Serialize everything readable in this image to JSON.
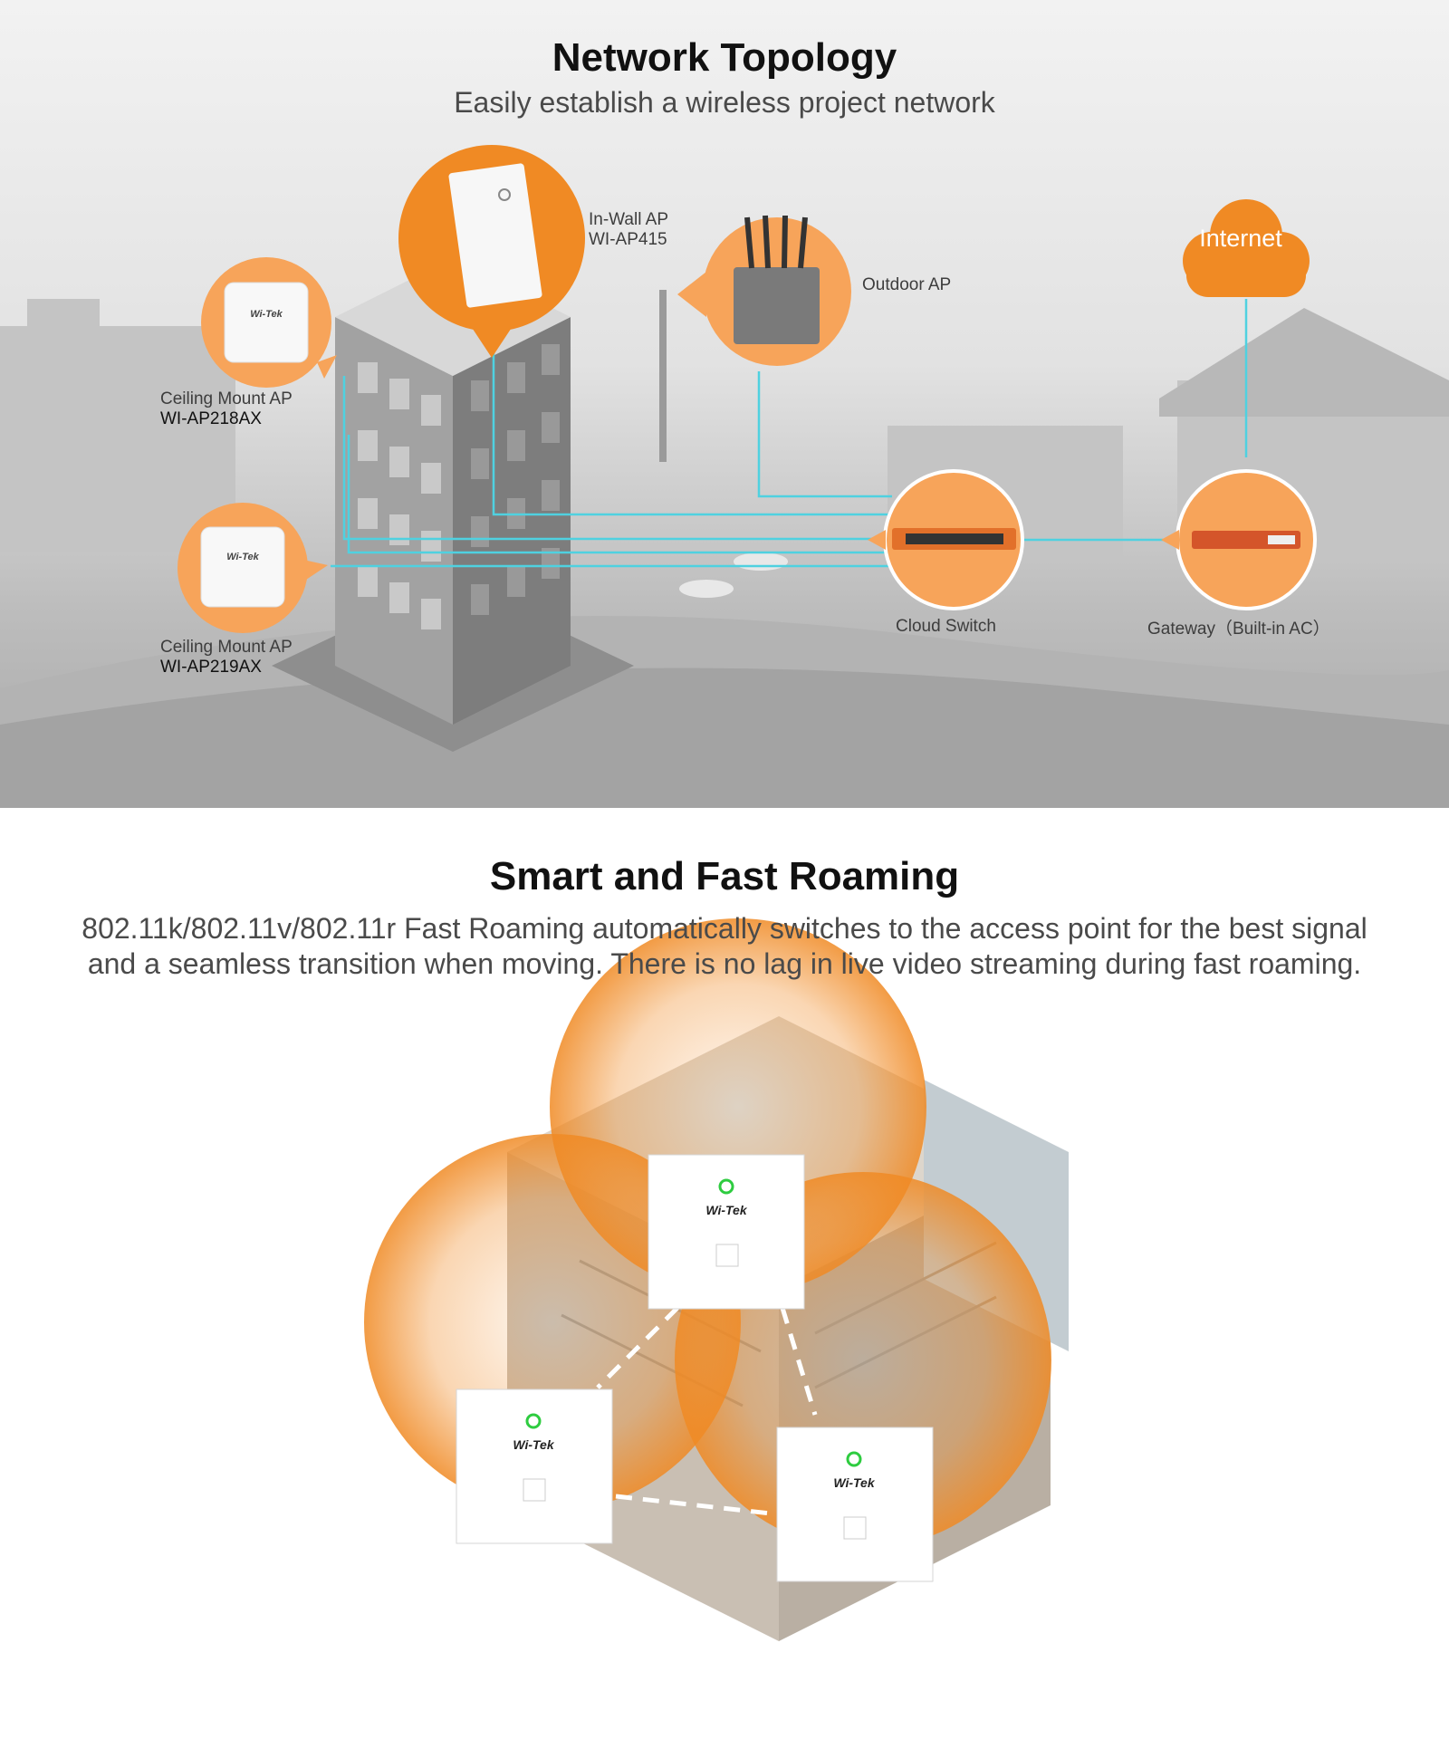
{
  "topology": {
    "title": "Network Topology",
    "subtitle": "Easily establish a wireless project network",
    "nodes": {
      "in_wall": {
        "label": "In-Wall AP",
        "model": "WI-AP415"
      },
      "outdoor": {
        "label": "Outdoor AP"
      },
      "internet": {
        "label": "Internet"
      },
      "ceiling_1": {
        "label": "Ceiling Mount AP",
        "model": "WI-AP218AX"
      },
      "ceiling_2": {
        "label": "Ceiling Mount AP",
        "model": "WI-AP219AX"
      },
      "switch": {
        "label": "Cloud Switch"
      },
      "gateway": {
        "label": "Gateway（Built-in AC）"
      }
    },
    "brand": "Wi-Tek"
  },
  "roaming": {
    "title": "Smart and Fast Roaming",
    "body": "802.11k/802.11v/802.11r Fast Roaming automatically switches to the access point for the best signal and a seamless transition when moving. There is no lag in live video streaming during fast roaming.",
    "brand": "Wi-Tek"
  },
  "colors": {
    "accent": "#f08a24",
    "accent_light": "#f7a45a",
    "link": "#4fd1e0",
    "led": "#2ecc40"
  }
}
